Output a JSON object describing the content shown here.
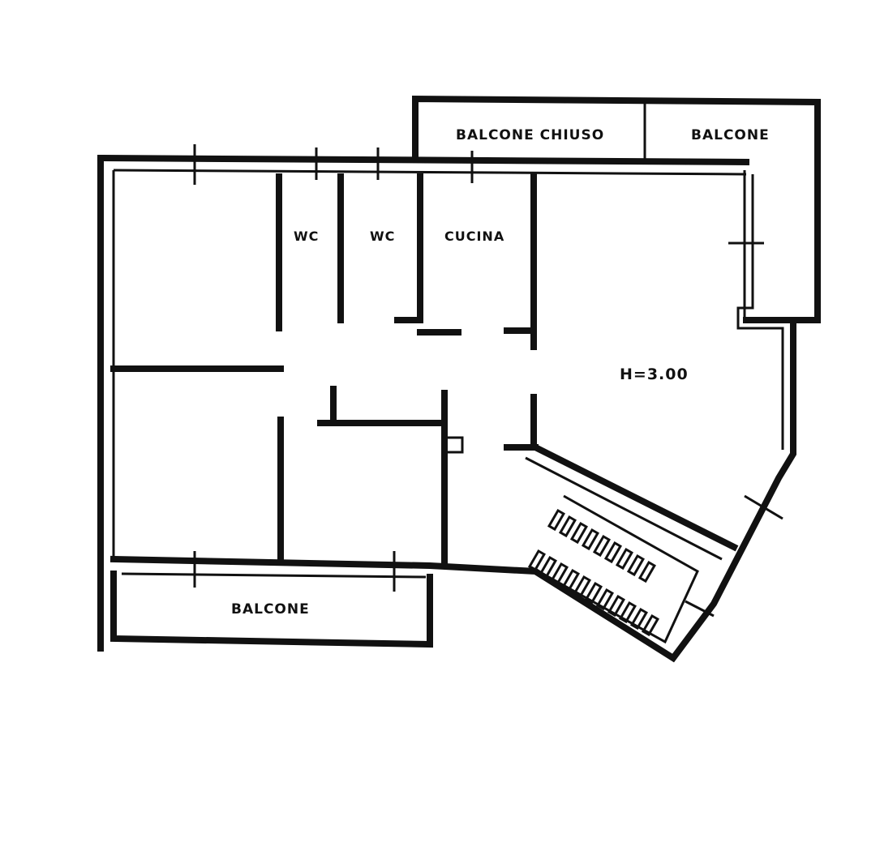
{
  "rooms": {
    "balcone_chiuso": "BALCONE  CHIUSO",
    "balcone_top_right": "BALCONE",
    "wc_1": "WC",
    "wc_2": "WC",
    "cucina": "CUCINA",
    "height": "H=3.00",
    "balcone_bottom": "BALCONE"
  },
  "colors": {
    "ink": "#111111",
    "paper": "#ffffff"
  }
}
